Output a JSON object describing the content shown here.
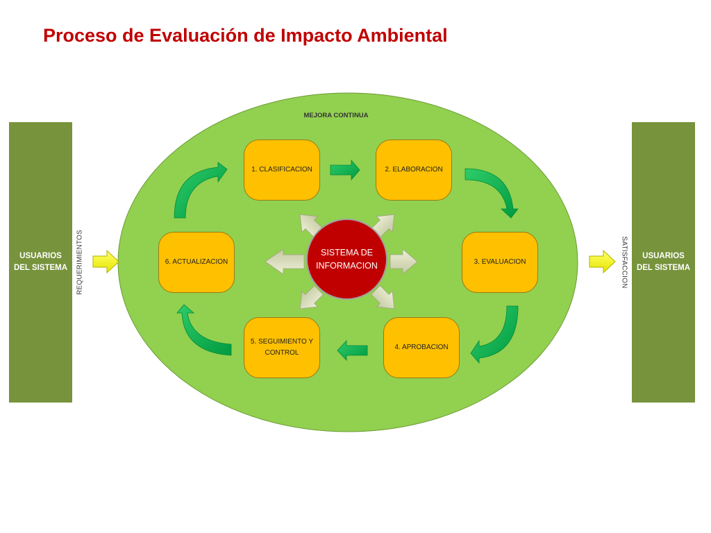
{
  "title": "Proceso de Evaluación de Impacto Ambiental",
  "users_left": "USUARIOS DEL SISTEMA",
  "users_right": "USUARIOS DEL SISTEMA",
  "requirements_label": "REQUERIMIENTOS",
  "satisfaction_label": "SATISFACCION",
  "continuous_improvement_label": "MEJORA CONTINUA",
  "center_label": "SISTEMA DE INFORMACION",
  "steps": [
    {
      "label": "1. CLASIFICACION"
    },
    {
      "label": "2. ELABORACION"
    },
    {
      "label": "3. EVALUACION"
    },
    {
      "label": "4. APROBACION"
    },
    {
      "label": "5. SEGUIMIENTO Y CONTROL"
    },
    {
      "label": "6. ACTUALIZACION"
    }
  ],
  "colors": {
    "title": "#c00000",
    "side_bar": "#77933c",
    "ellipse": "#92d050",
    "step_box": "#ffc000",
    "center_circle": "#c00000",
    "cycle_arrow": "#00b050",
    "io_arrow": "#ffff00",
    "spoke_arrow": "#d8dcb8"
  }
}
